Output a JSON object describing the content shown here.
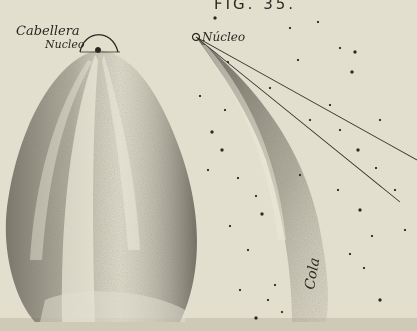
{
  "figure": {
    "title": "FIG. 35."
  },
  "labels": {
    "cabellera": "Cabellera",
    "nucleo_left": "Nucleo",
    "nucleo_right": "Núcleo",
    "cola": "Cola"
  },
  "colors": {
    "paper": "#e2dfcf",
    "ink": "#2a2721",
    "stipple": "#6e6a5e"
  }
}
